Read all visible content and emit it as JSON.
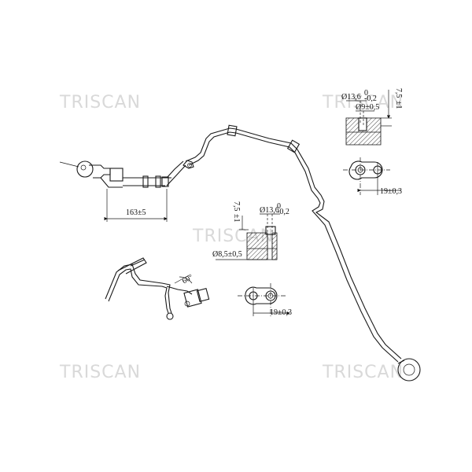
{
  "watermark": {
    "brand": "TRISCAN"
  },
  "dimensions": {
    "hose_length": "163±5",
    "top_fitting_outer_dia": "Ø13,6",
    "top_fitting_outer_tol_upper": "0",
    "top_fitting_outer_tol_lower": "-0,2",
    "top_fitting_inner_dia": "Ø9±0,5",
    "top_fitting_depth": "7,5",
    "top_fitting_depth_tol": "±1",
    "top_flange_spacing": "19±0,3",
    "mid_fitting_outer_dia": "Ø13,6",
    "mid_fitting_outer_tol_upper": "0",
    "mid_fitting_outer_tol_lower": "-0,2",
    "mid_fitting_depth": "7,5",
    "mid_fitting_depth_tol": "±1",
    "mid_fitting_inner_dia": "Ø8,5±0,5",
    "mid_flange_spacing": "19±0,3",
    "bend_angle": "60°"
  }
}
